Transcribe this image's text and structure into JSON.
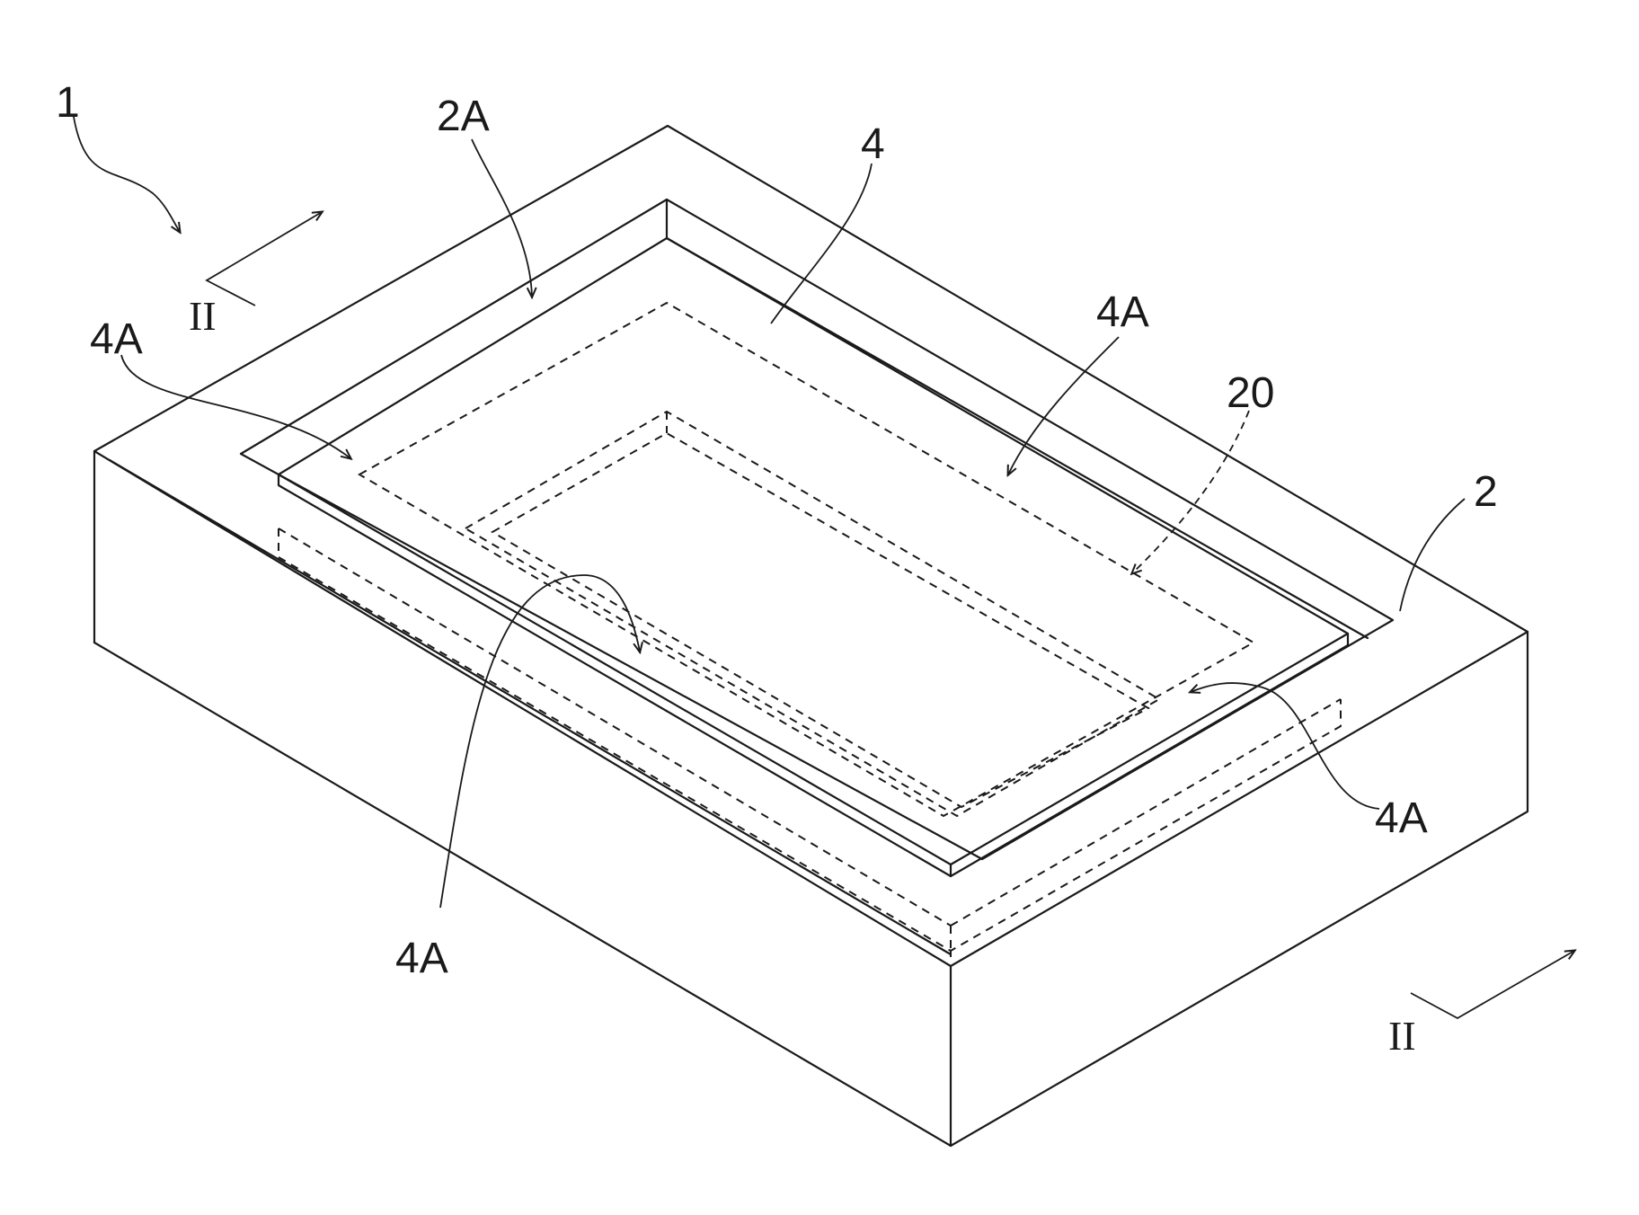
{
  "labels": {
    "device": "1",
    "recess": "2A",
    "plate": "4",
    "plate_edge_upper_left": "4A",
    "plate_edge_upper_right": "4A",
    "inner_region": "20",
    "base": "2",
    "plate_edge_lower_right": "4A",
    "plate_edge_lower_left": "4A"
  },
  "section_marks": {
    "top_left": "II",
    "bottom_right": "II"
  }
}
